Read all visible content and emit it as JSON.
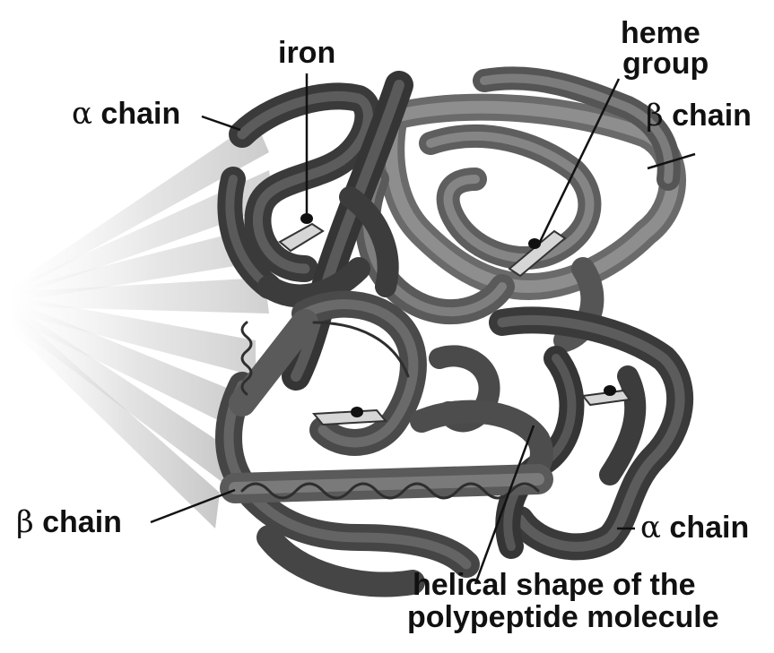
{
  "labels": {
    "iron": "iron",
    "heme_line1": "heme",
    "heme_line2": "group",
    "alpha_left_symbol": "α",
    "alpha_left_text": "chain",
    "beta_right_symbol": "β",
    "beta_right_text": "chain",
    "beta_left_symbol": "β",
    "beta_left_text": "chain",
    "alpha_right_symbol": "α",
    "alpha_right_text": "chain",
    "helical_line1": "helical shape of the",
    "helical_line2": "polypeptide molecule"
  },
  "colors": {
    "background": "#ffffff",
    "tube_dark": "#3c3c3c",
    "tube_mid": "#5a5a5a",
    "tube_light": "#808080",
    "label": "#111111",
    "heme_plate": "#d6d6d6"
  }
}
